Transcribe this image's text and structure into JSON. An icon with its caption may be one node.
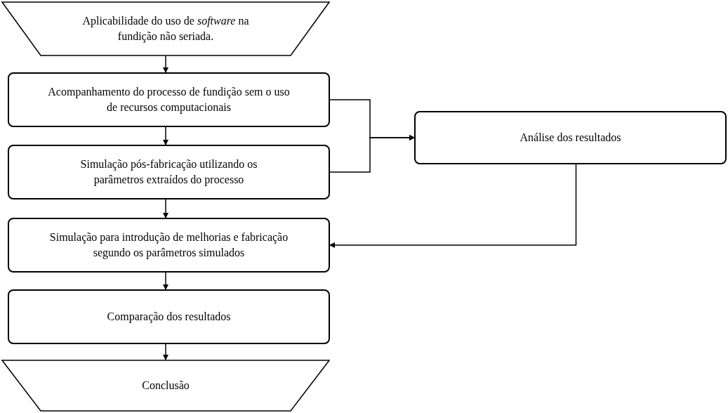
{
  "diagram": {
    "nodes": [
      {
        "text": [
          "Aplicabilidade do uso de *software* na fundição não seriada."
        ]
      },
      {
        "text": [
          "Acompanhamento do processo de fundição sem o uso de recursos computacionais"
        ]
      },
      {
        "text": [
          "Simulação pós-fabricação utilizando os parâmetros extraídos do processo"
        ]
      },
      {
        "text": [
          "Simulação para introdução de melhorias e fabricação segundo os parâmetros simulados"
        ]
      },
      {
        "text": [
          "Comparação dos resultados"
        ]
      },
      {
        "text": [
          "Conclusão"
        ]
      },
      {
        "text": [
          "Análise dos resultados"
        ]
      }
    ],
    "edges": [
      {
        "from": 0,
        "to": 1,
        "arrow": "to"
      },
      {
        "from": 1,
        "to": 2,
        "arrow": "to"
      },
      {
        "from": 2,
        "to": 3,
        "arrow": "to"
      },
      {
        "from": 3,
        "to": 4,
        "arrow": "to"
      },
      {
        "from": 4,
        "to": 5,
        "arrow": "to"
      },
      {
        "from": 1,
        "to": 6,
        "arrow": "to"
      },
      {
        "from": 2,
        "to": 6,
        "arrow": "to"
      },
      {
        "from": 6,
        "to": 3,
        "arrow": "to"
      }
    ]
  }
}
